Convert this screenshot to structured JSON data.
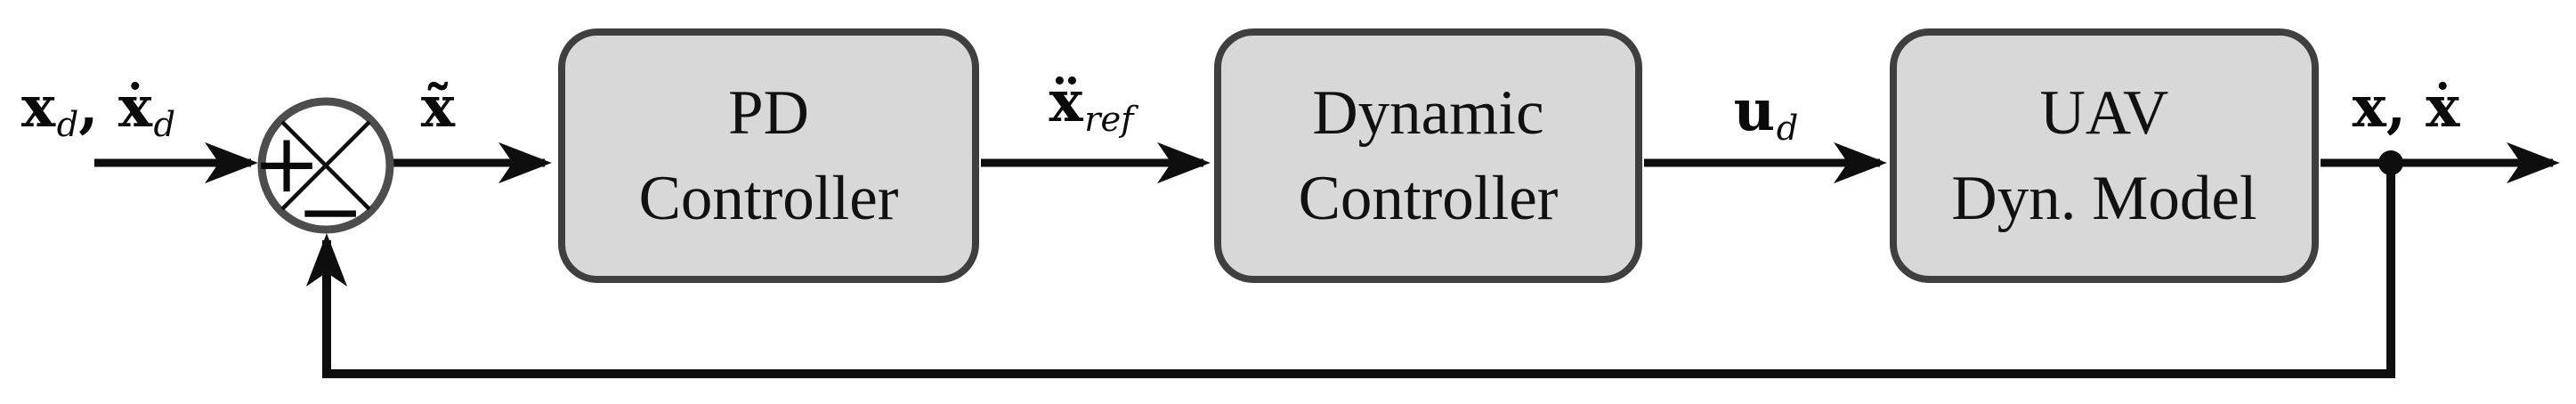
{
  "signals": {
    "input": {
      "base1": "x",
      "sub1": "d",
      "sep": ", ",
      "base2": "ẋ",
      "sub2": "d"
    },
    "error": {
      "base": "x̃"
    },
    "accel_ref": {
      "base": "ẍ",
      "sub": "ref"
    },
    "control": {
      "base": "u",
      "sub": "d"
    },
    "output": {
      "base1": "x",
      "sep": ", ",
      "base2": "ẋ"
    }
  },
  "blocks": {
    "pd": {
      "line1": "PD",
      "line2": "Controller"
    },
    "dynamic": {
      "line1": "Dynamic",
      "line2": "Controller"
    },
    "uav": {
      "line1": "UAV",
      "line2": "Dyn. Model"
    }
  },
  "junction": {
    "plus_sign": "+",
    "minus_sign": "−"
  },
  "colors": {
    "block_fill": "#d8d8d8",
    "block_border": "#3f3f3f",
    "line": "#0e0e0e",
    "junction_border": "#4d4d4d",
    "background": "#ffffff"
  }
}
